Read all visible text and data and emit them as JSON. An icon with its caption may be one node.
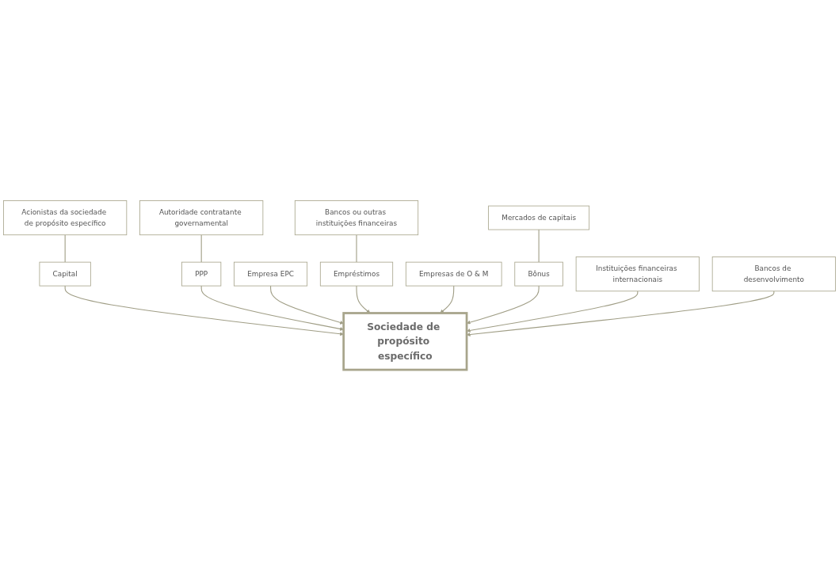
{
  "diagram": {
    "nodes": [
      {
        "text": [
          "Acionistas da sociedade de propósito específico"
        ]
      },
      {
        "text": [
          "Autoridade contratante governamental"
        ]
      },
      {
        "text": [
          "Capital"
        ]
      },
      {
        "text": [
          "PPP"
        ]
      },
      {
        "text": [
          "Empresa EPC"
        ]
      },
      {
        "text": [
          "Sociedade de propósito específico"
        ]
      },
      {
        "text": [
          "Empréstimos"
        ]
      },
      {
        "text": [
          "Bancos ou outras instituições financeiras"
        ]
      },
      {
        "text": [
          "Empresas de O & M"
        ]
      },
      {
        "text": [
          "Bônus"
        ]
      },
      {
        "text": [
          "Mercados de capitais"
        ]
      },
      {
        "text": [
          "Instituições financeiras internacionais"
        ]
      },
      {
        "text": [
          "Bancos de desenvolvimento"
        ]
      }
    ],
    "edges": [
      {
        "from": 0,
        "to": 2,
        "arrow": "none"
      },
      {
        "from": 2,
        "to": 5,
        "arrow": "to"
      },
      {
        "from": 1,
        "to": 3,
        "arrow": "none"
      },
      {
        "from": 3,
        "to": 5,
        "arrow": "to"
      },
      {
        "from": 4,
        "to": 5,
        "arrow": "to"
      },
      {
        "from": 7,
        "to": 6,
        "arrow": "none"
      },
      {
        "from": 6,
        "to": 5,
        "arrow": "to"
      },
      {
        "from": 8,
        "to": 5,
        "arrow": "to"
      },
      {
        "from": 10,
        "to": 9,
        "arrow": "none"
      },
      {
        "from": 9,
        "to": 5,
        "arrow": "to"
      },
      {
        "from": 11,
        "to": 5,
        "arrow": "to"
      },
      {
        "from": 12,
        "to": 5,
        "arrow": "to"
      }
    ]
  }
}
